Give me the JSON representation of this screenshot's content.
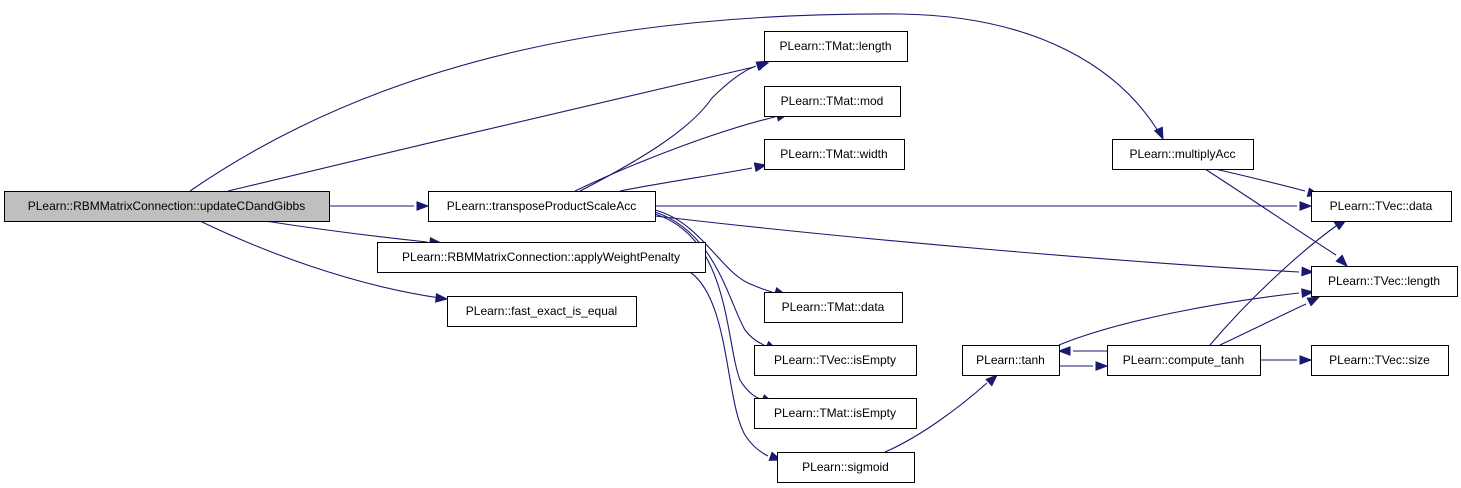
{
  "graph": {
    "nodes": [
      {
        "id": "updateCDandGibbs",
        "label": "PLearn::RBMMatrixConnection::updateCDandGibbs",
        "highlighted": true
      },
      {
        "id": "transposeProductScaleAcc",
        "label": "PLearn::transposeProductScaleAcc"
      },
      {
        "id": "applyWeightPenalty",
        "label": "PLearn::RBMMatrixConnection::applyWeightPenalty"
      },
      {
        "id": "fast_exact_is_equal",
        "label": "PLearn::fast_exact_is_equal"
      },
      {
        "id": "tmat_length",
        "label": "PLearn::TMat::length"
      },
      {
        "id": "tmat_mod",
        "label": "PLearn::TMat::mod"
      },
      {
        "id": "tmat_width",
        "label": "PLearn::TMat::width"
      },
      {
        "id": "tmat_data",
        "label": "PLearn::TMat::data"
      },
      {
        "id": "tvec_isEmpty",
        "label": "PLearn::TVec::isEmpty"
      },
      {
        "id": "tmat_isEmpty",
        "label": "PLearn::TMat::isEmpty"
      },
      {
        "id": "sigmoid",
        "label": "PLearn::sigmoid"
      },
      {
        "id": "tanh",
        "label": "PLearn::tanh"
      },
      {
        "id": "compute_tanh",
        "label": "PLearn::compute_tanh"
      },
      {
        "id": "multiplyAcc",
        "label": "PLearn::multiplyAcc"
      },
      {
        "id": "tvec_data",
        "label": "PLearn::TVec::data"
      },
      {
        "id": "tvec_length",
        "label": "PLearn::TVec::length"
      },
      {
        "id": "tvec_size",
        "label": "PLearn::TVec::size"
      }
    ],
    "edges": [
      {
        "from": "updateCDandGibbs",
        "to": "transposeProductScaleAcc"
      },
      {
        "from": "updateCDandGibbs",
        "to": "applyWeightPenalty"
      },
      {
        "from": "updateCDandGibbs",
        "to": "fast_exact_is_equal"
      },
      {
        "from": "updateCDandGibbs",
        "to": "tmat_length"
      },
      {
        "from": "updateCDandGibbs",
        "to": "multiplyAcc"
      },
      {
        "from": "transposeProductScaleAcc",
        "to": "tmat_length"
      },
      {
        "from": "transposeProductScaleAcc",
        "to": "tmat_mod"
      },
      {
        "from": "transposeProductScaleAcc",
        "to": "tmat_width"
      },
      {
        "from": "transposeProductScaleAcc",
        "to": "tvec_data"
      },
      {
        "from": "transposeProductScaleAcc",
        "to": "tvec_length"
      },
      {
        "from": "transposeProductScaleAcc",
        "to": "tmat_data"
      },
      {
        "from": "transposeProductScaleAcc",
        "to": "tvec_isEmpty"
      },
      {
        "from": "transposeProductScaleAcc",
        "to": "tmat_isEmpty"
      },
      {
        "from": "applyWeightPenalty",
        "to": "sigmoid"
      },
      {
        "from": "sigmoid",
        "to": "tanh"
      },
      {
        "from": "tanh",
        "to": "compute_tanh"
      },
      {
        "from": "tanh",
        "to": "tvec_length"
      },
      {
        "from": "compute_tanh",
        "to": "tanh"
      },
      {
        "from": "compute_tanh",
        "to": "tvec_data"
      },
      {
        "from": "compute_tanh",
        "to": "tvec_length"
      },
      {
        "from": "compute_tanh",
        "to": "tvec_size"
      },
      {
        "from": "multiplyAcc",
        "to": "tvec_data"
      },
      {
        "from": "multiplyAcc",
        "to": "tvec_length"
      }
    ]
  }
}
